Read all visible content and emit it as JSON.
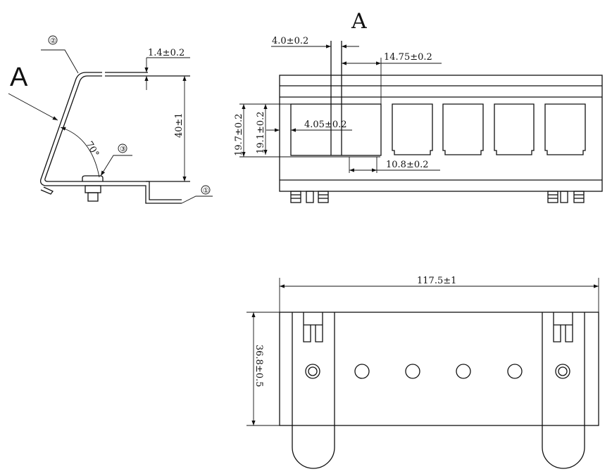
{
  "side_view": {
    "view_label": "A",
    "thickness_dim": "1.4±0.2",
    "height_dim": "40±1",
    "angle": "70°",
    "callouts": [
      "①",
      "②",
      "③"
    ]
  },
  "front_view": {
    "title": "A",
    "dims": {
      "gap": "4.0±0.2",
      "pitch": "14.75±0.2",
      "inner_offset": "4.05±0.2",
      "outer_height": "19.7±0.2",
      "inner_height": "19.1±0.2",
      "window_width": "10.8±0.2"
    }
  },
  "bottom_view": {
    "length_dim": "117.5±1",
    "width_dim": "36.8±0.5"
  }
}
